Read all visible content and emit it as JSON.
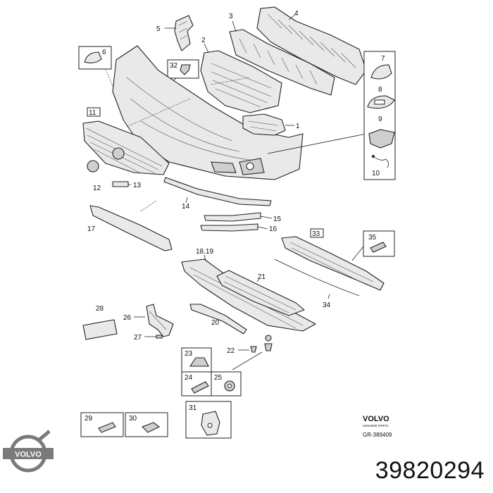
{
  "diagram": {
    "callouts": {
      "c1": "1",
      "c2": "2",
      "c3": "3",
      "c4": "4",
      "c5": "5",
      "c6": "6",
      "c7": "7",
      "c8": "8",
      "c9": "9",
      "c10": "10",
      "c11": "11",
      "c12": "12",
      "c13": "13",
      "c14": "14",
      "c15": "15",
      "c16": "16",
      "c17": "17",
      "c1819": "18.19",
      "c20": "20",
      "c21": "21",
      "c22": "22",
      "c23": "23",
      "c24": "24",
      "c25": "25",
      "c26": "26",
      "c27": "27",
      "c28": "28",
      "c29": "29",
      "c30": "30",
      "c31": "31",
      "c32": "32",
      "c33": "33",
      "c34": "34",
      "c35": "35"
    },
    "brand_wordmark": "VOLVO",
    "brand_subtitle": "GENUINE PARTS",
    "drawing_ref": "GR-389409"
  },
  "part_number": "39820294",
  "logo": {
    "text": "VOLVO",
    "color": "#7a7a7a"
  }
}
